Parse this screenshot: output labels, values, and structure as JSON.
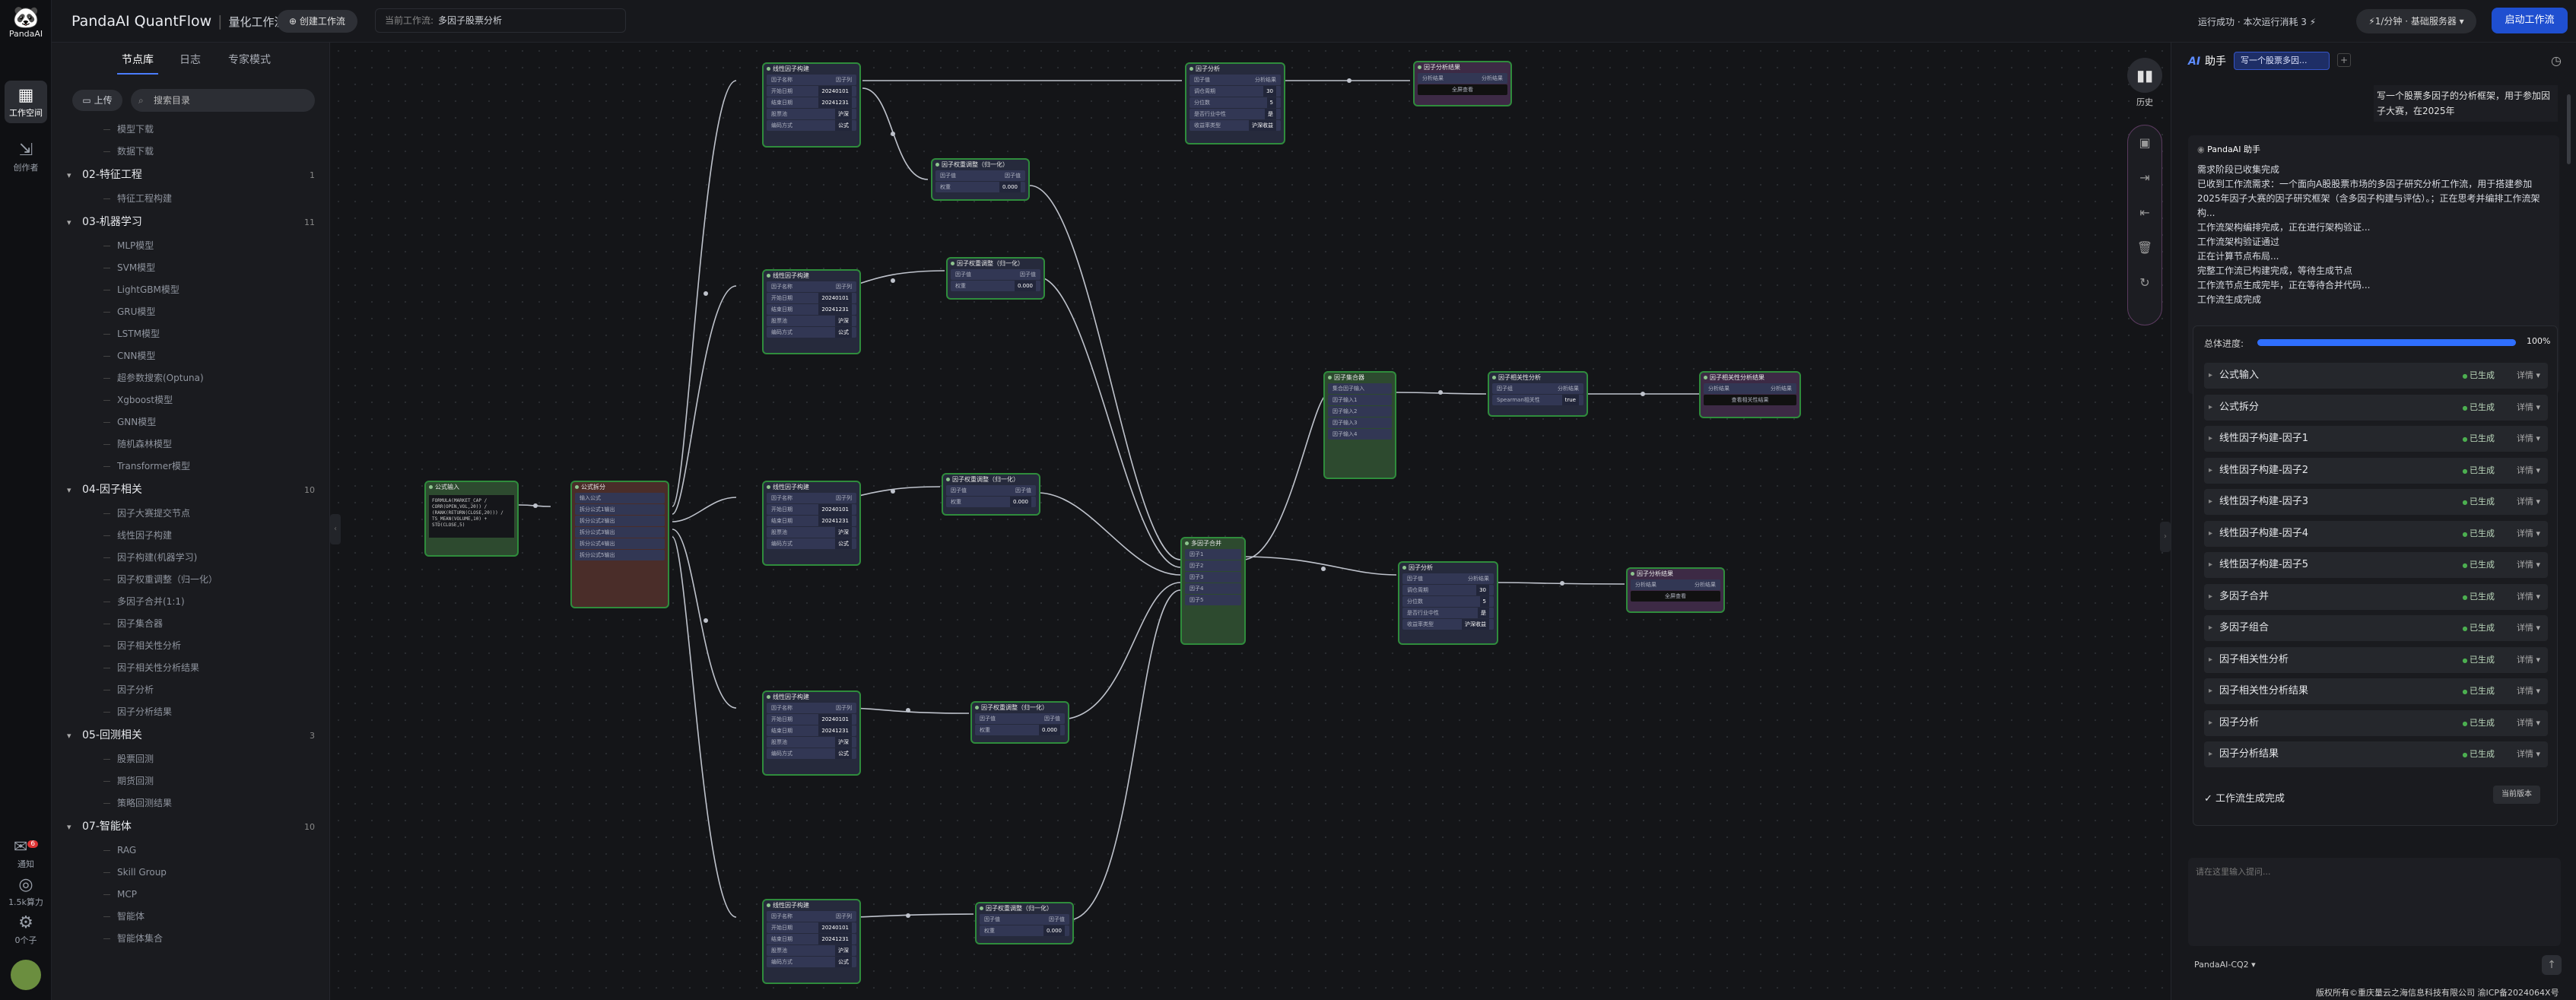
{
  "app": {
    "logo_text": "PandaAI",
    "title": "PandaAI QuantFlow",
    "subtitle": "量化工作流"
  },
  "topbar": {
    "create_label": "创建工作流",
    "current_label": "当前工作流:",
    "current_value": "多因子股票分析",
    "run_info": "运行成功 · 本次运行消耗 3 ⚡",
    "credit_label": "⚡1/分钟 · 基础服务器 ▾",
    "start_label": "启动工作流"
  },
  "leftnav": [
    {
      "icon": "grid-icon",
      "label": "工作空间"
    },
    {
      "icon": "arrow-icon",
      "label": "创作者"
    },
    {
      "icon": "bell-icon",
      "label": "通知",
      "badge": "6"
    },
    {
      "icon": "db-icon",
      "label": "1.5k算力"
    },
    {
      "icon": "chip-icon",
      "label": "0个子"
    }
  ],
  "panel": {
    "tabs": [
      "节点库",
      "日志",
      "专家模式"
    ],
    "upload_label": "上传",
    "search_placeholder": "搜索目录",
    "tree": [
      {
        "type": "leaf",
        "label": "模型下载"
      },
      {
        "type": "leaf",
        "label": "数据下载"
      },
      {
        "type": "cat",
        "label": "02-特征工程",
        "count": "1"
      },
      {
        "type": "leaf",
        "label": "特征工程构建"
      },
      {
        "type": "cat",
        "label": "03-机器学习",
        "count": "11"
      },
      {
        "type": "leaf",
        "label": "MLP模型"
      },
      {
        "type": "leaf",
        "label": "SVM模型"
      },
      {
        "type": "leaf",
        "label": "LightGBM模型"
      },
      {
        "type": "leaf",
        "label": "GRU模型"
      },
      {
        "type": "leaf",
        "label": "LSTM模型"
      },
      {
        "type": "leaf",
        "label": "CNN模型"
      },
      {
        "type": "leaf",
        "label": "超参数搜索(Optuna)"
      },
      {
        "type": "leaf",
        "label": "Xgboost模型"
      },
      {
        "type": "leaf",
        "label": "GNN模型"
      },
      {
        "type": "leaf",
        "label": "随机森林模型"
      },
      {
        "type": "leaf",
        "label": "Transformer模型"
      },
      {
        "type": "cat",
        "label": "04-因子相关",
        "count": "10"
      },
      {
        "type": "leaf",
        "label": "因子大赛提交节点"
      },
      {
        "type": "leaf",
        "label": "线性因子构建"
      },
      {
        "type": "leaf",
        "label": "因子构建(机器学习)"
      },
      {
        "type": "leaf",
        "label": "因子权重调整（归一化）"
      },
      {
        "type": "leaf",
        "label": "多因子合并(1:1)"
      },
      {
        "type": "leaf",
        "label": "因子集合器"
      },
      {
        "type": "leaf",
        "label": "因子相关性分析"
      },
      {
        "type": "leaf",
        "label": "因子相关性分析结果"
      },
      {
        "type": "leaf",
        "label": "因子分析"
      },
      {
        "type": "leaf",
        "label": "因子分析结果"
      },
      {
        "type": "cat",
        "label": "05-回测相关",
        "count": "3"
      },
      {
        "type": "leaf",
        "label": "股票回测"
      },
      {
        "type": "leaf",
        "label": "期货回测"
      },
      {
        "type": "leaf",
        "label": "策略回测结果"
      },
      {
        "type": "cat",
        "label": "07-智能体",
        "count": "10"
      },
      {
        "type": "leaf",
        "label": "RAG"
      },
      {
        "type": "leaf",
        "label": "Skill Group"
      },
      {
        "type": "leaf",
        "label": "MCP"
      },
      {
        "type": "leaf",
        "label": "智能体"
      },
      {
        "type": "leaf",
        "label": "智能体集合"
      }
    ]
  },
  "canvas": {
    "tools": {
      "history_label": "历史"
    },
    "nodes": {
      "formula_input": {
        "title": "公式输入",
        "code": "FORMULA(MARKET_CAP / CORR(OPEN,VOL,20)) / (RANK(RETURN(CLOSE,20))) / TS_MEAN(VOLUME,10) + STD(CLOSE,5)"
      },
      "formula_split": {
        "title": "公式拆分",
        "in": "输入公式",
        "outs": [
          "拆分公式1输出",
          "拆分公式2输出",
          "拆分公式3输出",
          "拆分公式4输出",
          "拆分公式5输出"
        ]
      },
      "linear": {
        "title": "线性因子构建",
        "rows": [
          [
            "因子名称",
            "因子列"
          ],
          [
            "开始日期",
            "20240101"
          ],
          [
            "结束日期",
            "20241231"
          ],
          [
            "股票池",
            "沪深"
          ],
          [
            "编码方式",
            "公式"
          ]
        ]
      },
      "weight": {
        "title": "因子权重调整（归一化）",
        "rows": [
          [
            "因子值",
            "因子值"
          ],
          [
            "权重",
            "0.000"
          ]
        ]
      },
      "merge": {
        "title": "多因子合并",
        "rows": [
          "因子1",
          "因子2",
          "因子3",
          "因子4",
          "因子5"
        ]
      },
      "analysis": {
        "title": "因子分析",
        "rows": [
          [
            "因子值",
            "分析结果"
          ],
          [
            "调仓周期",
            "30"
          ],
          [
            "分位数",
            "5"
          ],
          [
            "是否行业中性",
            "是"
          ],
          [
            "收益率类型",
            "沪深收益"
          ]
        ]
      },
      "analysis_result": {
        "title": "因子分析结果",
        "rows": [
          [
            "分析结果",
            "分析结果"
          ]
        ],
        "btn": "全屏查看"
      },
      "collector": {
        "title": "因子集合器",
        "rows": [
          "集合因子输入",
          "因子输入1",
          "因子输入2",
          "因子输入3",
          "因子输入4"
        ]
      },
      "corr": {
        "title": "因子相关性分析",
        "rows": [
          [
            "因子组",
            "分析结果"
          ],
          [
            "Spearman相关性",
            "true"
          ]
        ]
      },
      "corr_result": {
        "title": "因子相关性分析结果",
        "rows": [
          [
            "分析结果",
            "分析结果"
          ]
        ],
        "btn": "查看相关性结果"
      }
    }
  },
  "assistant": {
    "title": "助手",
    "tab_label": "写一个股票多因...",
    "user_msg": "写一个股票多因子的分析框架，用于参加因子大赛，在2025年",
    "bot_name": "PandaAI 助手",
    "lines": [
      "需求阶段已收集完成",
      "已收到工作流需求：一个面向A股股票市场的多因子研究分析工作流，用于搭建参加2025年因子大赛的因子研究框架（含多因子构建与评估）。；正在思考并编排工作流架构...",
      "工作流架构编排完成，正在进行架构验证...",
      "工作流架构验证通过",
      "正在计算节点布局...",
      "完整工作流已构建完成，等待生成节点",
      "工作流节点生成完毕，正在等待合并代码...",
      "工作流生成完成"
    ],
    "progress_label": "总体进度:",
    "progress_value": 100,
    "progress_pct": "100%",
    "steps": [
      "公式输入",
      "公式拆分",
      "线性因子构建-因子1",
      "线性因子构建-因子2",
      "线性因子构建-因子3",
      "线性因子构建-因子4",
      "线性因子构建-因子5",
      "多因子合并",
      "多因子组合",
      "因子相关性分析",
      "因子相关性分析结果",
      "因子分析",
      "因子分析结果"
    ],
    "status_label": "已生成",
    "detail_label": "详情 ▾",
    "done_label": "工作流生成完成",
    "done_btn": "当前版本",
    "input_placeholder": "请在这里输入提问...",
    "model_label": "PandaAI-CQ2 ▾",
    "copyright": "版权所有©重庆量云之海信息科技有限公司 渝ICP备2024064X号"
  }
}
